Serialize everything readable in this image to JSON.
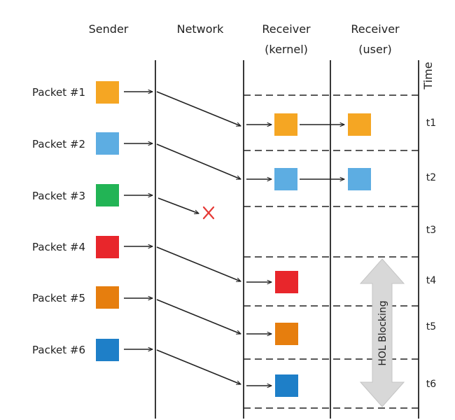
{
  "headers": {
    "sender": "Sender",
    "network": "Network",
    "receiver_kernel": [
      "Receiver",
      "(kernel)"
    ],
    "receiver_user": [
      "Receiver",
      "(user)"
    ],
    "time": "Time"
  },
  "packets": [
    {
      "label": "Packet #1",
      "color": "#F5A623",
      "kernel": "t1",
      "user": "t1",
      "lost": false
    },
    {
      "label": "Packet #2",
      "color": "#5DADE2",
      "kernel": "t2",
      "user": "t2",
      "lost": false
    },
    {
      "label": "Packet #3",
      "color": "#22B455",
      "kernel": null,
      "user": null,
      "lost": true
    },
    {
      "label": "Packet #4",
      "color": "#E8262B",
      "kernel": "t4",
      "user": null,
      "lost": false
    },
    {
      "label": "Packet #5",
      "color": "#E67E0E",
      "kernel": "t5",
      "user": null,
      "lost": false
    },
    {
      "label": "Packet #6",
      "color": "#1E7FC8",
      "kernel": "t6",
      "user": null,
      "lost": false
    }
  ],
  "time_labels": [
    "t1",
    "t2",
    "t3",
    "t4",
    "t5",
    "t6"
  ],
  "blocking_label": "HOL Blocking",
  "colors": {
    "line": "#222222",
    "loss_marker": "#E53935",
    "blocking_arrow": "#D8D8D8"
  }
}
